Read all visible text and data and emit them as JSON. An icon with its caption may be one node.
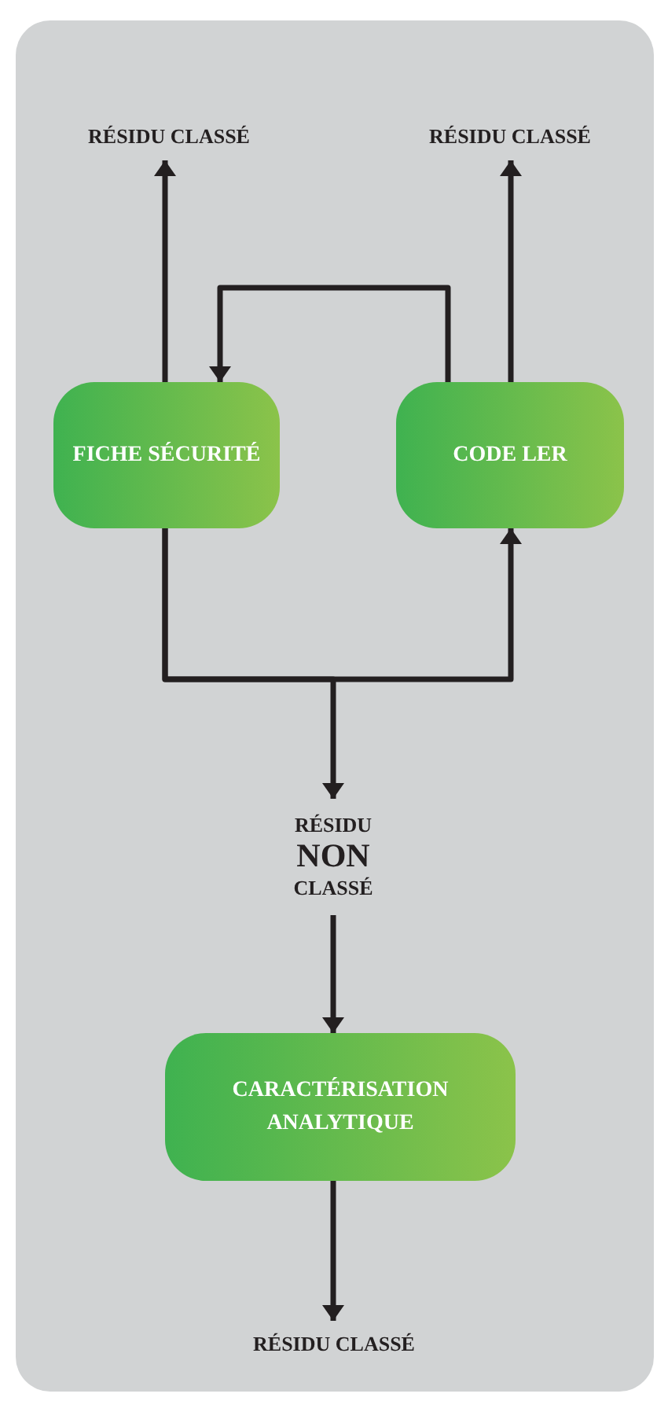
{
  "diagram": {
    "nodes": [
      {
        "text": [
          "RÉSIDU CLASSÉ"
        ]
      },
      {
        "text": [
          "RÉSIDU CLASSÉ"
        ]
      },
      {
        "text": [
          "FICHE SÉCURITÉ"
        ]
      },
      {
        "text": [
          "CODE LER"
        ]
      },
      {
        "text": [
          "RÉSIDU",
          "NON",
          "CLASSÉ"
        ]
      },
      {
        "text": [
          "CARACTÉRISATION ANALYTIQUE"
        ]
      },
      {
        "text": [
          "RÉSIDU CLASSÉ"
        ]
      }
    ],
    "edges": [
      {
        "from": 2,
        "to": 0,
        "arrow": "to"
      },
      {
        "from": 3,
        "to": 1,
        "arrow": "to"
      },
      {
        "from": 3,
        "to": 2,
        "arrow": "to"
      },
      {
        "from": 2,
        "to": 3,
        "arrow": "to"
      },
      {
        "from": 2,
        "to": 4,
        "arrow": "to"
      },
      {
        "from": 4,
        "to": 5,
        "arrow": "to"
      },
      {
        "from": 5,
        "to": 6,
        "arrow": "to"
      }
    ]
  }
}
